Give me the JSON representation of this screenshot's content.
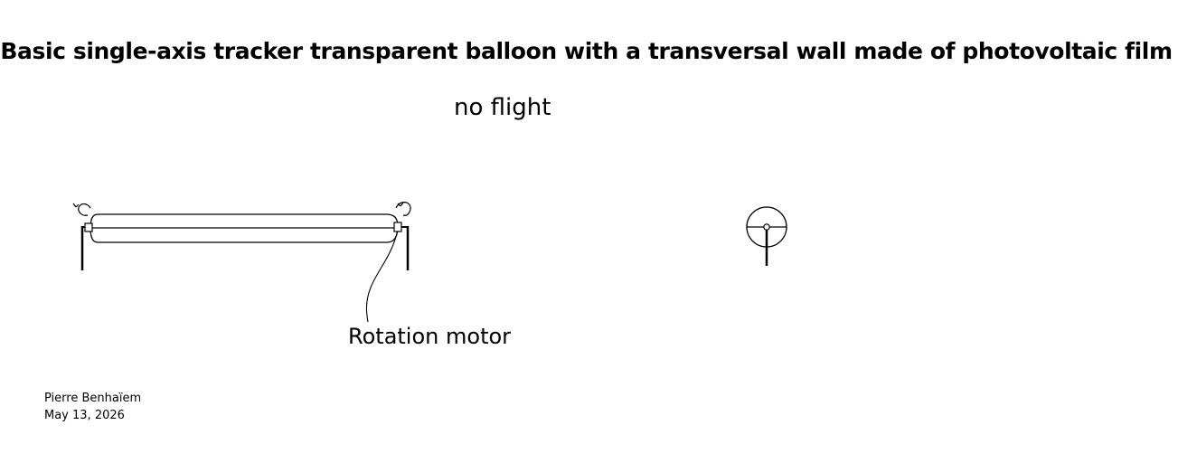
{
  "title": "Basic single-axis tracker transparent balloon with a transversal wall made of photovoltaic film",
  "subtitle": "no flight",
  "labels": {
    "rotation_motor": "Rotation motor"
  },
  "credit": {
    "author": "Pierre Benhaïem",
    "date": "May 13, 2026"
  }
}
